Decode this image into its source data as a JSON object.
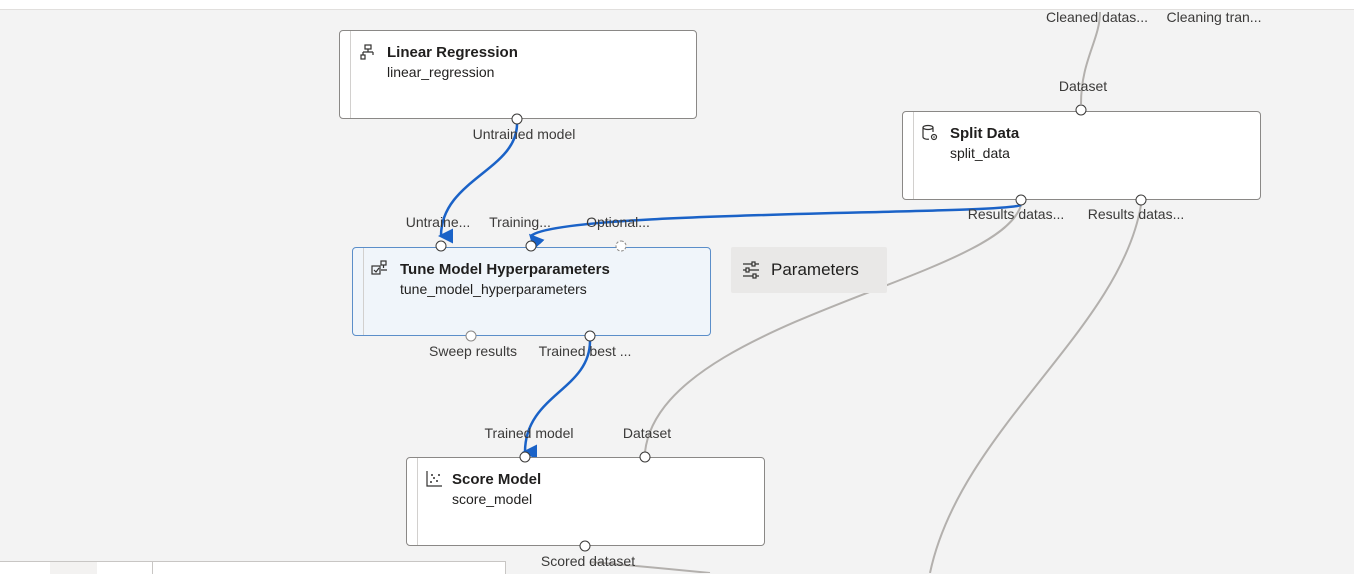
{
  "nodes": {
    "linear_regression": {
      "title": "Linear Regression",
      "subtitle": "linear_regression",
      "icon": "tree-icon",
      "outputs": [
        "Untrained model"
      ]
    },
    "split_data": {
      "title": "Split Data",
      "subtitle": "split_data",
      "icon": "database-gear-icon",
      "inputs": [
        "Dataset"
      ],
      "outputs": [
        "Results datas...",
        "Results datas..."
      ]
    },
    "tune_model": {
      "title": "Tune Model Hyperparameters",
      "subtitle": "tune_model_hyperparameters",
      "icon": "tune-icon",
      "inputs": [
        "Untraine...",
        "Training...",
        "Optional..."
      ],
      "outputs": [
        "Sweep results",
        "Trained best ..."
      ]
    },
    "score_model": {
      "title": "Score Model",
      "subtitle": "score_model",
      "icon": "scatter-icon",
      "inputs": [
        "Trained model",
        "Dataset"
      ],
      "outputs": [
        "Scored dataset"
      ]
    }
  },
  "upstream_labels": [
    "Cleaned datas...",
    "Cleaning tran..."
  ],
  "parameters_button": {
    "label": "Parameters",
    "icon": "sliders-icon"
  },
  "colors": {
    "edge_selected": "#1a62c7",
    "edge_default": "#b3b0ad",
    "canvas": "#f3f3f3",
    "node_selected_bg": "#f0f5fa"
  }
}
